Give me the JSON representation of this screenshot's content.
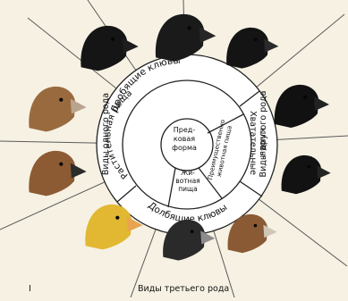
{
  "diagram": {
    "center_label": [
      "Пред-",
      "ковая",
      "форма"
    ],
    "ring_labels": {
      "plant_food": "Растительная пища",
      "insect_food_lines": [
        "Преимущественно",
        "животная пища"
      ],
      "animal_food_lines": [
        "Жи-",
        "вотная",
        "пища"
      ]
    },
    "beak_types": {
      "crushing": "Дробящие клювы",
      "grasping_lines": [
        "Хватательные",
        "клювы"
      ],
      "chiseling": "Долбящие клювы"
    },
    "genus_labels": {
      "one": "Виды одного рода",
      "another": "Виды другого рода",
      "third": "Виды третьего рода"
    },
    "page_marker": "I"
  },
  "birds": [
    {
      "name": "finch-large-ground",
      "head_color": "#151515",
      "beak_color": "#1d1d1d"
    },
    {
      "name": "finch-medium-ground",
      "head_color": "#1a1a1a",
      "beak_color": "#262626"
    },
    {
      "name": "finch-small-ground",
      "head_color": "#141414",
      "beak_color": "#2a2a2a"
    },
    {
      "name": "finch-cactus-large",
      "head_color": "#111111",
      "beak_color": "#222222"
    },
    {
      "name": "finch-cactus-small",
      "head_color": "#121212",
      "beak_color": "#242424"
    },
    {
      "name": "finch-woodpecker",
      "head_color": "#9a6a3f",
      "beak_color": "#b9a58f"
    },
    {
      "name": "finch-tree-dark",
      "head_color": "#2a2a2a",
      "beak_color": "#8c8c8c"
    },
    {
      "name": "finch-yellow-warbler",
      "head_color": "#e2b832",
      "beak_color": "#e8a44e"
    },
    {
      "name": "finch-tree-brown-low",
      "head_color": "#8a5a34",
      "beak_color": "#cfc6b6"
    },
    {
      "name": "finch-tree-brown-high",
      "head_color": "#8d5b33",
      "beak_color": "#2b2b2b"
    }
  ]
}
